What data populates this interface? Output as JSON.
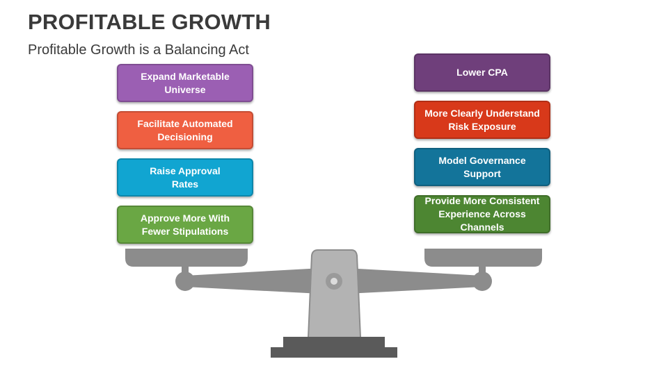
{
  "title": "PROFITABLE GROWTH",
  "subtitle": "Profitable Growth is a Balancing Act",
  "left_stack": [
    {
      "text": "Expand Marketable Universe",
      "line1": "Expand Marketable",
      "line2": "Universe",
      "color": "#9b5fb3"
    },
    {
      "text": "Facilitate Automated Decisioning",
      "line1": "Facilitate Automated",
      "line2": "Decisioning",
      "color": "#ef5f41"
    },
    {
      "text": "Raise Approval Rates",
      "line1": "Raise Approval",
      "line2": "Rates",
      "color": "#11a5d1"
    },
    {
      "text": "Approve More With Fewer Stipulations",
      "line1": "Approve More With",
      "line2": "Fewer Stipulations",
      "color": "#6aa744"
    }
  ],
  "right_stack": [
    {
      "text": "Lower CPA",
      "line1": "Lower CPA",
      "line2": "",
      "color": "#6f3f7b"
    },
    {
      "text": "More Clearly Understand Risk Exposure",
      "line1": "More Clearly Understand",
      "line2": "Risk Exposure",
      "color": "#d8391a"
    },
    {
      "text": "Model Governance Support",
      "line1": "Model Governance",
      "line2": "Support",
      "color": "#13749a"
    },
    {
      "text": "Provide More Consistent Experience Across Channels",
      "line1": "Provide More Consistent",
      "line2": "Experience Across Channels",
      "color": "#4d8632"
    }
  ],
  "colors": {
    "scale_gray": "#8c8c8c",
    "scale_dark": "#5a5a5a",
    "pillar_light": "#b3b3b3",
    "text": "#3a3a3a"
  }
}
